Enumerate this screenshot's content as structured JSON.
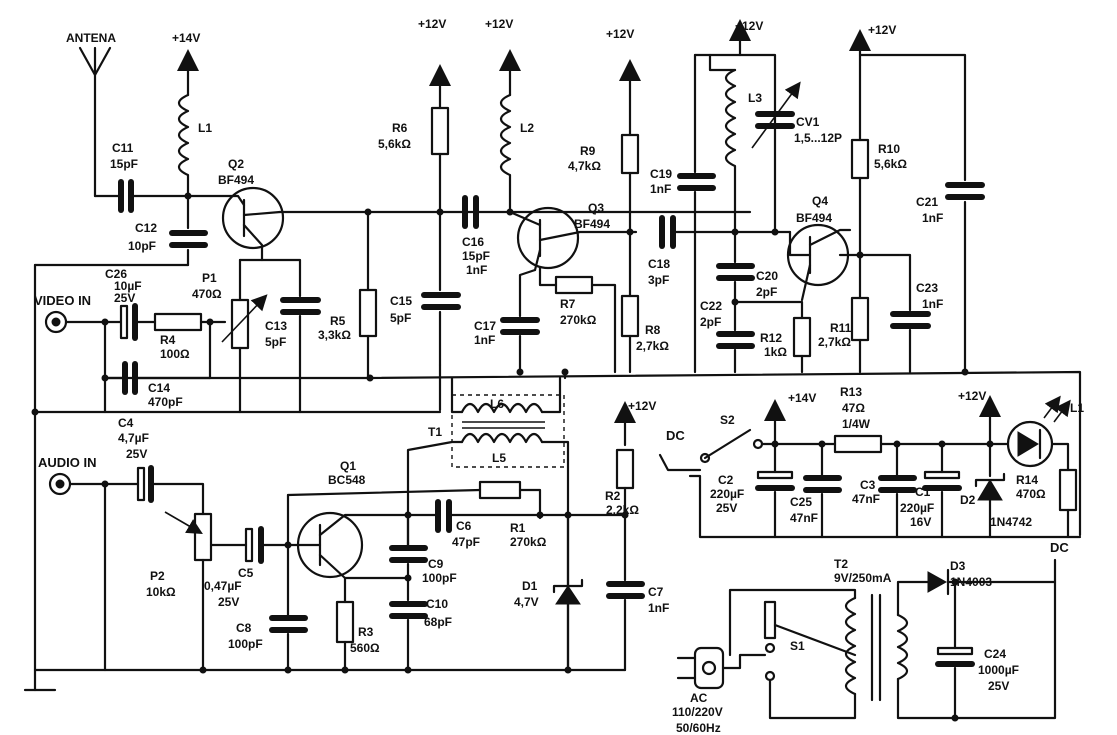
{
  "labels": {
    "antenna": "ANTENA",
    "v14_top": "+14V",
    "v12_r6": "+12V",
    "v12_l2": "+12V",
    "v12_r9": "+12V",
    "v12_l3": "+12V",
    "v12_r10": "+12V",
    "v12_r2": "+12V",
    "v14_s2": "+14V",
    "v12_led": "+12V",
    "video_in": "VIDEO IN",
    "audio_in": "AUDIO IN",
    "dc_in": "DC",
    "dc_out": "DC"
  },
  "components": {
    "l1": "L1",
    "c11": "C11",
    "c11_v": "15pF",
    "c12": "C12",
    "c12_v": "10pF",
    "q2": "Q2",
    "q2_v": "BF494",
    "r6": "R6",
    "r6_v": "5,6kΩ",
    "l2": "L2",
    "c16": "C16",
    "c16_v": "15pF",
    "c16_v2": "1nF",
    "q3": "Q3",
    "q3_v": "BF494",
    "r9": "R9",
    "r9_v": "4,7kΩ",
    "c19": "C19",
    "c19_v": "1nF",
    "l3": "L3",
    "cv1": "CV1",
    "cv1_v": "1,5...12P",
    "q4": "Q4",
    "q4_v": "BF494",
    "r10": "R10",
    "r10_v": "5,6kΩ",
    "c21": "C21",
    "c21_v": "1nF",
    "c26": "C26",
    "c26_v": "10µF",
    "c26_v2": "25V",
    "p1": "P1",
    "p1_v": "470Ω",
    "r4": "R4",
    "r4_v": "100Ω",
    "c14": "C14",
    "c14_v": "470pF",
    "c13": "C13",
    "c13_v": "5pF",
    "r5": "R5",
    "r5_v": "3,3kΩ",
    "c15": "C15",
    "c15_v": "5pF",
    "c17": "C17",
    "c17_v": "1nF",
    "r7": "R7",
    "r7_v": "270kΩ",
    "c18": "C18",
    "c18_v": "3pF",
    "r8": "R8",
    "r8_v": "2,7kΩ",
    "c20": "C20",
    "c20_v": "2pF",
    "c22": "C22",
    "c22_v": "2pF",
    "r12": "R12",
    "r12_v": "1kΩ",
    "r11": "R11",
    "r11_v": "2,7kΩ",
    "c23": "C23",
    "c23_v": "1nF",
    "l6": "L6",
    "t1": "T1",
    "l5": "L5",
    "c4": "C4",
    "c4_v": "4,7µF",
    "c4_v2": "25V",
    "q1": "Q1",
    "q1_v": "BC548",
    "p2": "P2",
    "p2_v": "10kΩ",
    "c5": "C5",
    "c5_v": "0,47µF",
    "c5_v2": "25V",
    "c6": "C6",
    "c6_v": "47pF",
    "r1": "R1",
    "r1_v": "270kΩ",
    "c9": "C9",
    "c9_v": "100pF",
    "c10": "C10",
    "c10_v": "68pF",
    "c8": "C8",
    "c8_v": "100pF",
    "r3": "R3",
    "r3_v": "560Ω",
    "d1": "D1",
    "d1_v": "4,7V",
    "r2": "R2",
    "r2_v": "2,2kΩ",
    "c7": "C7",
    "c7_v": "1nF",
    "s2": "S2",
    "c2": "C2",
    "c2_v": "220µF",
    "c2_v2": "25V",
    "c25": "C25",
    "c25_v": "47nF",
    "r13": "R13",
    "r13_v": "47Ω",
    "r13_v2": "1/4W",
    "c3": "C3",
    "c3_v": "47nF",
    "c1": "C1",
    "c1_v": "220µF",
    "c1_v2": "16V",
    "d2": "D2",
    "d2_v": "1N4742",
    "r14": "R14",
    "r14_v": "470Ω",
    "led": "L1",
    "t2": "T2",
    "t2_v": "9V/250mA",
    "d3": "D3",
    "d3_v": "1N4003",
    "s1": "S1",
    "c24": "C24",
    "c24_v": "1000µF",
    "c24_v2": "25V",
    "ac": "AC",
    "ac_v": "110/220V",
    "ac_v2": "50/60Hz"
  }
}
